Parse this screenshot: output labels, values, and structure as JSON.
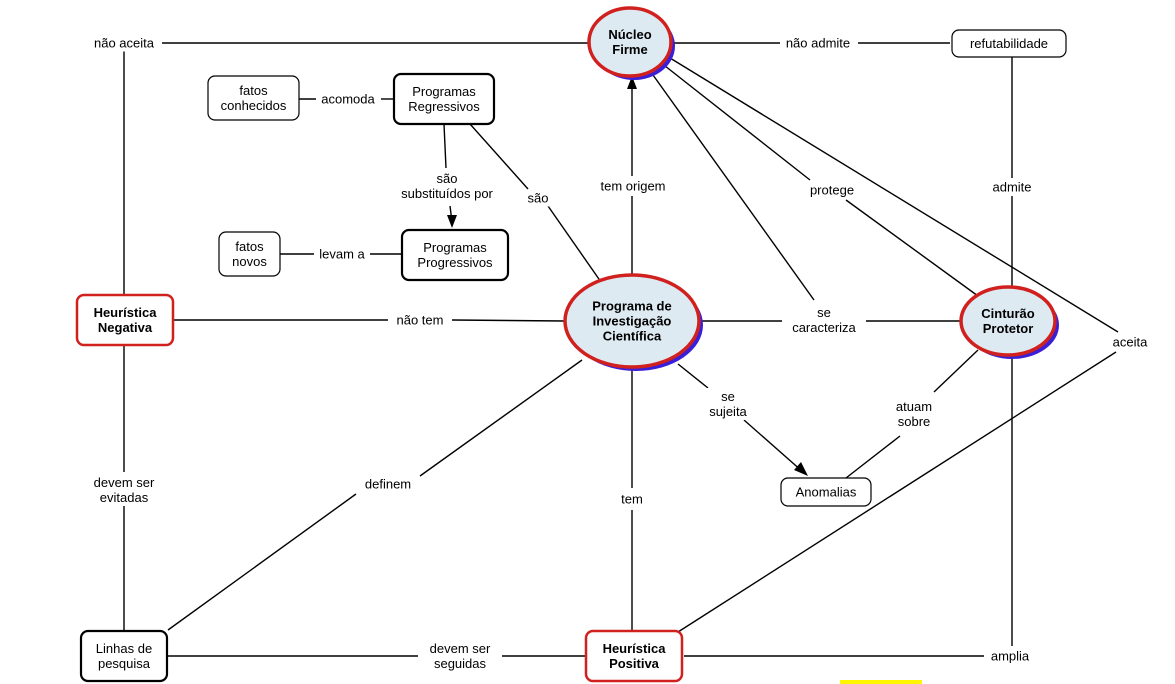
{
  "nodes": {
    "nucleo_firme": {
      "lines": [
        "Núcleo",
        "Firme"
      ],
      "bold": true
    },
    "programa": {
      "lines": [
        "Programa de",
        "Investigação",
        "Científica"
      ],
      "bold": true
    },
    "cinturao": {
      "lines": [
        "Cinturão",
        "Protetor"
      ],
      "bold": true
    },
    "heuristica_negativa": {
      "lines": [
        "Heurística",
        "Negativa"
      ],
      "bold": true
    },
    "heuristica_positiva": {
      "lines": [
        "Heurística",
        "Positiva"
      ],
      "bold": true
    },
    "programas_regressivos": {
      "lines": [
        "Programas",
        "Regressivos"
      ]
    },
    "programas_progressivos": {
      "lines": [
        "Programas",
        "Progressivos"
      ]
    },
    "fatos_conhecidos": {
      "lines": [
        "fatos",
        "conhecidos"
      ]
    },
    "fatos_novos": {
      "lines": [
        "fatos",
        "novos"
      ]
    },
    "refutabilidade": {
      "lines": [
        "refutabilidade"
      ]
    },
    "anomalias": {
      "lines": [
        "Anomalias"
      ]
    },
    "linhas_pesquisa": {
      "lines": [
        "Linhas de",
        "pesquisa"
      ]
    }
  },
  "labels": {
    "nao_aceita": [
      "não aceita"
    ],
    "nao_admite": [
      "não admite"
    ],
    "acomoda": [
      "acomoda"
    ],
    "sao_substituidos": [
      "são",
      "substituídos por"
    ],
    "sao": [
      "são"
    ],
    "levam_a": [
      "levam a"
    ],
    "tem_origem": [
      "tem origem"
    ],
    "protege": [
      "protege"
    ],
    "admite": [
      "admite"
    ],
    "nao_tem": [
      "não tem"
    ],
    "se_caracteriza": [
      "se",
      "caracteriza"
    ],
    "aceita": [
      "aceita"
    ],
    "se_sujeita": [
      "se",
      "sujeita"
    ],
    "atuam_sobre": [
      "atuam",
      "sobre"
    ],
    "devem_ser_evitadas": [
      "devem ser",
      "evitadas"
    ],
    "definem": [
      "definem"
    ],
    "tem": [
      "tem"
    ],
    "devem_ser_seguidas": [
      "devem ser",
      "seguidas"
    ],
    "amplia": [
      "amplia"
    ]
  },
  "colors": {
    "red_border": "#d0211f",
    "ellipse_fill": "#deeaf2",
    "shadow": "#3a1fd8",
    "highlight": "#fff700"
  }
}
